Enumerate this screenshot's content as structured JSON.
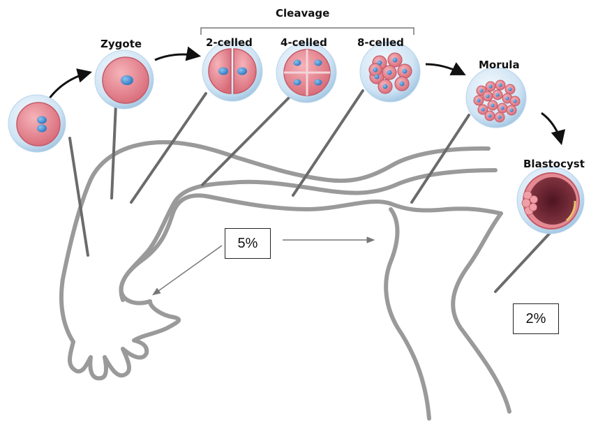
{
  "labels": {
    "zygote": "Zygote",
    "cleavage": "Cleavage",
    "two_celled": "2-celled",
    "four_celled": "4-celled",
    "eight_celled": "8-celled",
    "morula": "Morula",
    "blastocyst": "Blastocyst"
  },
  "percentages": {
    "tube": "5%",
    "uterus": "2%"
  },
  "colors": {
    "tube_outline": "#9a9a9a",
    "pointer_line": "#6b6b6b",
    "cell_pink": "#e58a93",
    "nucleus_blue": "#3f8fd6",
    "membrane_blue": "#c9e2f5",
    "blastocyst_dark": "#6b2430"
  }
}
